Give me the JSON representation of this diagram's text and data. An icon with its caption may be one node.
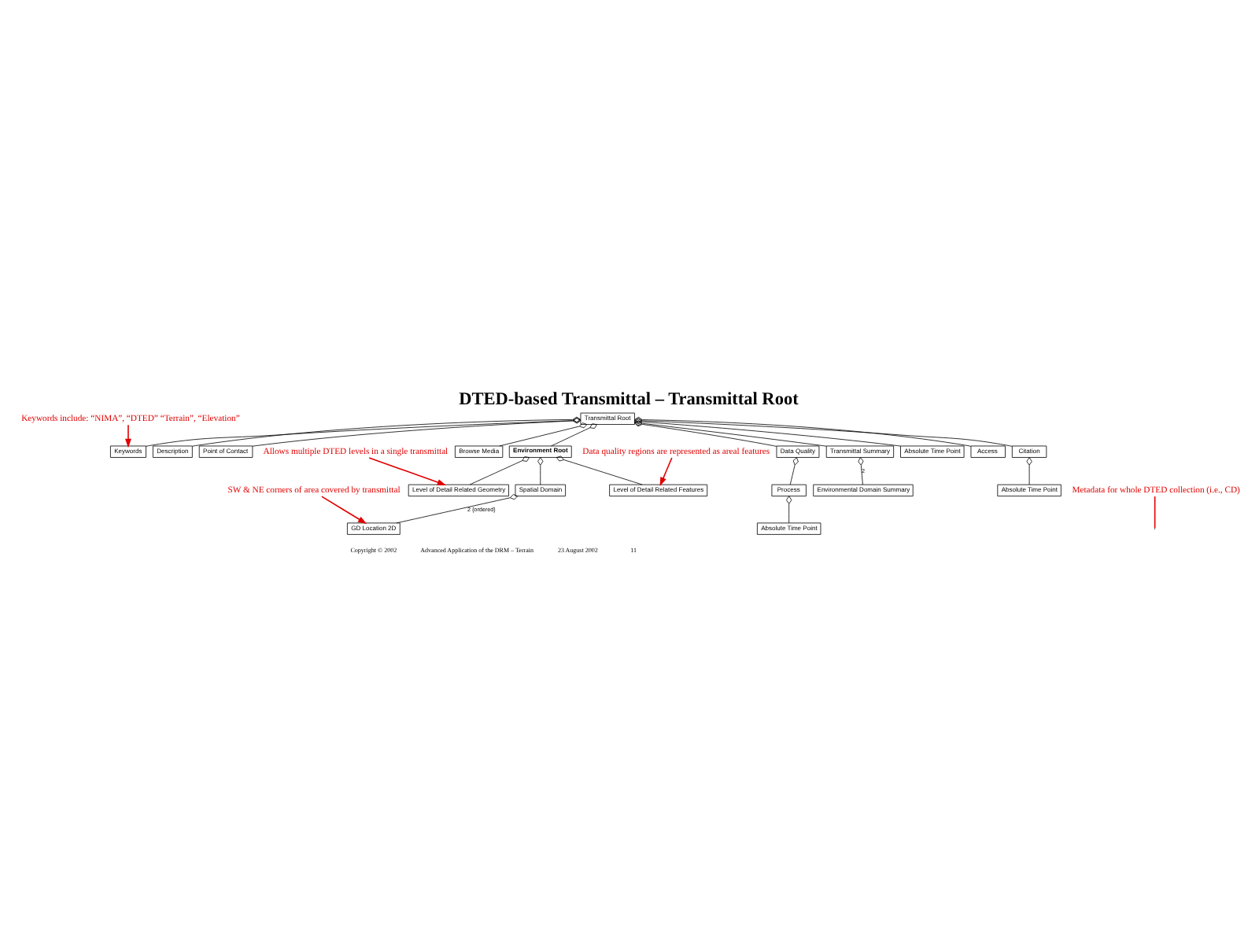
{
  "diagram": {
    "title": "DTED-based Transmittal – Transmittal Root",
    "nodes": [
      {
        "text": [
          "Transmittal Root"
        ]
      },
      {
        "text": [
          "Citation"
        ]
      },
      {
        "text": [
          "Description"
        ]
      },
      {
        "text": [
          "Keywords"
        ]
      },
      {
        "text": [
          "Point of Contact"
        ]
      },
      {
        "text": [
          "Environment Root"
        ]
      },
      {
        "text": [
          "Browse Media"
        ]
      },
      {
        "text": [
          "Data Quality"
        ]
      },
      {
        "text": [
          "Transmittal Summary"
        ]
      },
      {
        "text": [
          "Absolute Time Point"
        ]
      },
      {
        "text": [
          "Absolute Time Point"
        ]
      },
      {
        "text": [
          "Access"
        ]
      },
      {
        "text": [
          "Spatial Domain"
        ]
      },
      {
        "text": [
          "Level of Detail Related Geometry"
        ]
      },
      {
        "text": [
          "Process"
        ]
      },
      {
        "text": [
          "Environmental Domain Summary"
        ]
      },
      {
        "text": [
          "GD Location 2D"
        ]
      },
      {
        "text": [
          "Level of Detail Related Features"
        ]
      },
      {
        "text": [
          "Absolute Time Point"
        ]
      },
      {
        "text": [
          "Metadata for whole DTED collection (i.e., CD)"
        ]
      },
      {
        "text": [
          "Keywords include: “NIMA”, “DTED” “Terrain”, “Elevation”"
        ]
      },
      {
        "text": [
          "SW & NE corners of area covered by transmittal"
        ]
      },
      {
        "text": [
          "Data quality regions are represented as areal features"
        ]
      },
      {
        "text": [
          "Allows multiple DTED levels in a single transmittal"
        ]
      }
    ],
    "edges": [
      {
        "from": 0,
        "to": 1,
        "arrow": "other"
      },
      {
        "from": 0,
        "to": 2,
        "arrow": "other"
      },
      {
        "from": 0,
        "to": 10,
        "arrow": "other"
      },
      {
        "from": 0,
        "to": 3,
        "arrow": "other"
      },
      {
        "from": 0,
        "to": 11,
        "arrow": "other"
      },
      {
        "from": 0,
        "to": 4,
        "arrow": "other"
      },
      {
        "from": 0,
        "to": 5,
        "arrow": "other"
      },
      {
        "from": 0,
        "to": 6,
        "arrow": "other"
      },
      {
        "from": 0,
        "to": 7,
        "arrow": "other"
      },
      {
        "from": 0,
        "to": 8,
        "arrow": "other"
      },
      {
        "from": 1,
        "to": 9,
        "arrow": "other"
      },
      {
        "from": 5,
        "to": 12,
        "arrow": "other"
      },
      {
        "from": 5,
        "to": 17,
        "arrow": "other"
      },
      {
        "from": 5,
        "to": 13,
        "arrow": "other"
      },
      {
        "from": 7,
        "to": 14,
        "arrow": "other"
      },
      {
        "from": 8,
        "to": 15,
        "arrow": "other",
        "label": "2"
      },
      {
        "from": 12,
        "to": 16,
        "arrow": "other",
        "label": "2 {ordered}"
      },
      {
        "from": 14,
        "to": 18,
        "arrow": "other"
      },
      {
        "from": 19,
        "to": null,
        "arrow": "none",
        "color": "#e00000"
      },
      {
        "from": 20,
        "to": 3,
        "arrow": "to",
        "color": "#e00000"
      },
      {
        "from": 21,
        "to": 16,
        "arrow": "to",
        "color": "#e00000"
      },
      {
        "from": 22,
        "to": 17,
        "arrow": "to",
        "color": "#e00000"
      },
      {
        "from": 23,
        "to": 13,
        "arrow": "to",
        "color": "#e00000"
      }
    ],
    "labels": [
      "Copyright © 2002",
      "Advanced Application of the DRM – Terrain",
      "23 August 2002",
      "11"
    ]
  }
}
